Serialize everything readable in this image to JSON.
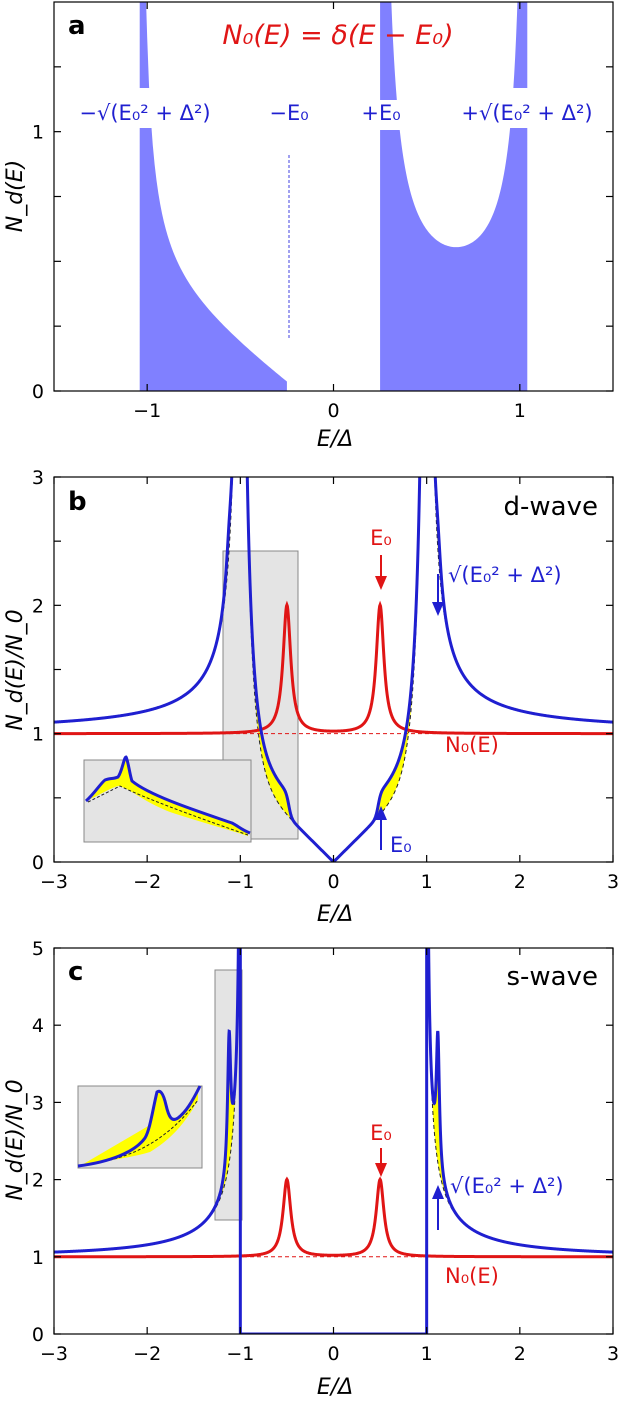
{
  "chart_data": [
    {
      "panel": "a",
      "type": "area",
      "title": "N_0(E) = δ(E − E_0)",
      "xlabel": "E/Δ",
      "ylabel": "N_d(E)",
      "xlim": [
        -1.5,
        1.5
      ],
      "ylim": [
        0,
        1.5
      ],
      "xticks": [
        "−1",
        "0",
        "1"
      ],
      "yticks": [
        "0",
        "1"
      ],
      "E0": 0.25,
      "curve_samples": {
        "x": [
          -1.04,
          -1.0,
          -0.95,
          -0.9,
          -0.8,
          -0.7,
          -0.6,
          -0.5,
          -0.4,
          -0.3,
          -0.25,
          0.25,
          0.3,
          0.4,
          0.5,
          0.6,
          0.7,
          0.8,
          0.9,
          0.95,
          1.0,
          1.04
        ],
        "y": [
          1.6,
          0.86,
          0.62,
          0.5,
          0.37,
          0.28,
          0.2,
          0.14,
          0.08,
          0.03,
          0.0,
          1.6,
          0.95,
          0.68,
          0.6,
          0.58,
          0.6,
          0.68,
          0.85,
          1.0,
          1.3,
          1.6
        ]
      },
      "annotations": [
        "−√(E₀² + Δ²)",
        "−E₀",
        "+E₀",
        "+√(E₀² + Δ²)"
      ],
      "fill_color": "#8080ff"
    },
    {
      "panel": "b",
      "type": "line",
      "label": "d-wave",
      "xlabel": "E/Δ",
      "ylabel": "N_d(E)/N_0",
      "xlim": [
        -3,
        3
      ],
      "ylim": [
        0,
        3
      ],
      "xticks": [
        "−3",
        "−2",
        "−1",
        "0",
        "1",
        "2",
        "3"
      ],
      "yticks": [
        "0",
        "1",
        "2",
        "3"
      ],
      "E0": 0.5,
      "series": [
        {
          "name": "N_0(E)",
          "color": "#e01515",
          "peaks_at": [
            -0.5,
            0.5
          ],
          "peak_height": 2.0,
          "baseline": 1.0
        },
        {
          "color": "#1f1fd0",
          "coherence_peaks_at": [
            -1.0,
            1.0
          ]
        }
      ],
      "annotations": [
        "E₀",
        "√(E₀² + Δ²)",
        "N₀(E)",
        "E₀"
      ],
      "highlight_color": "#ffff00"
    },
    {
      "panel": "c",
      "type": "line",
      "label": "s-wave",
      "xlabel": "E/Δ",
      "ylabel": "N_d(E)/N_0",
      "xlim": [
        -3,
        3
      ],
      "ylim": [
        0,
        5
      ],
      "xticks": [
        "−3",
        "−2",
        "−1",
        "0",
        "1",
        "2",
        "3"
      ],
      "yticks": [
        "0",
        "1",
        "2",
        "3",
        "4",
        "5"
      ],
      "E0": 0.5,
      "series": [
        {
          "name": "N_0(E)",
          "color": "#e01515",
          "peaks_at": [
            -0.5,
            0.5
          ],
          "peak_height": 2.0,
          "baseline": 1.0
        },
        {
          "color": "#1f1fd0",
          "gap_edges": [
            -1.0,
            1.0
          ]
        }
      ],
      "annotations": [
        "E₀",
        "√(E₀² + Δ²)",
        "N₀(E)"
      ],
      "highlight_color": "#ffff00"
    }
  ],
  "labels": {
    "a": "a",
    "b": "b",
    "c": "c",
    "dwave": "d-wave",
    "swave": "s-wave",
    "xlabel": "E/Δ",
    "ylabel_a": "N_d(E)",
    "ylabel_bc": "N_d(E)/N_0",
    "title_a": "N₀(E) = δ(E − E₀)",
    "ann_minus_sqrt": "−√(E₀² + Δ²)",
    "ann_minus_e0": "−E₀",
    "ann_plus_e0": "+E₀",
    "ann_plus_sqrt": "+√(E₀² + Δ²)",
    "ann_e0": "E₀",
    "ann_sqrt": "√(E₀² + Δ²)",
    "ann_n0": "N₀(E)"
  },
  "ticks": {
    "a_x": [
      "−1",
      "0",
      "1"
    ],
    "a_y": [
      "0",
      "1"
    ],
    "b_x": [
      "−3",
      "−2",
      "−1",
      "0",
      "1",
      "2",
      "3"
    ],
    "b_y": [
      "0",
      "1",
      "2",
      "3"
    ],
    "c_x": [
      "−3",
      "−2",
      "−1",
      "0",
      "1",
      "2",
      "3"
    ],
    "c_y": [
      "0",
      "1",
      "2",
      "3",
      "4",
      "5"
    ]
  }
}
